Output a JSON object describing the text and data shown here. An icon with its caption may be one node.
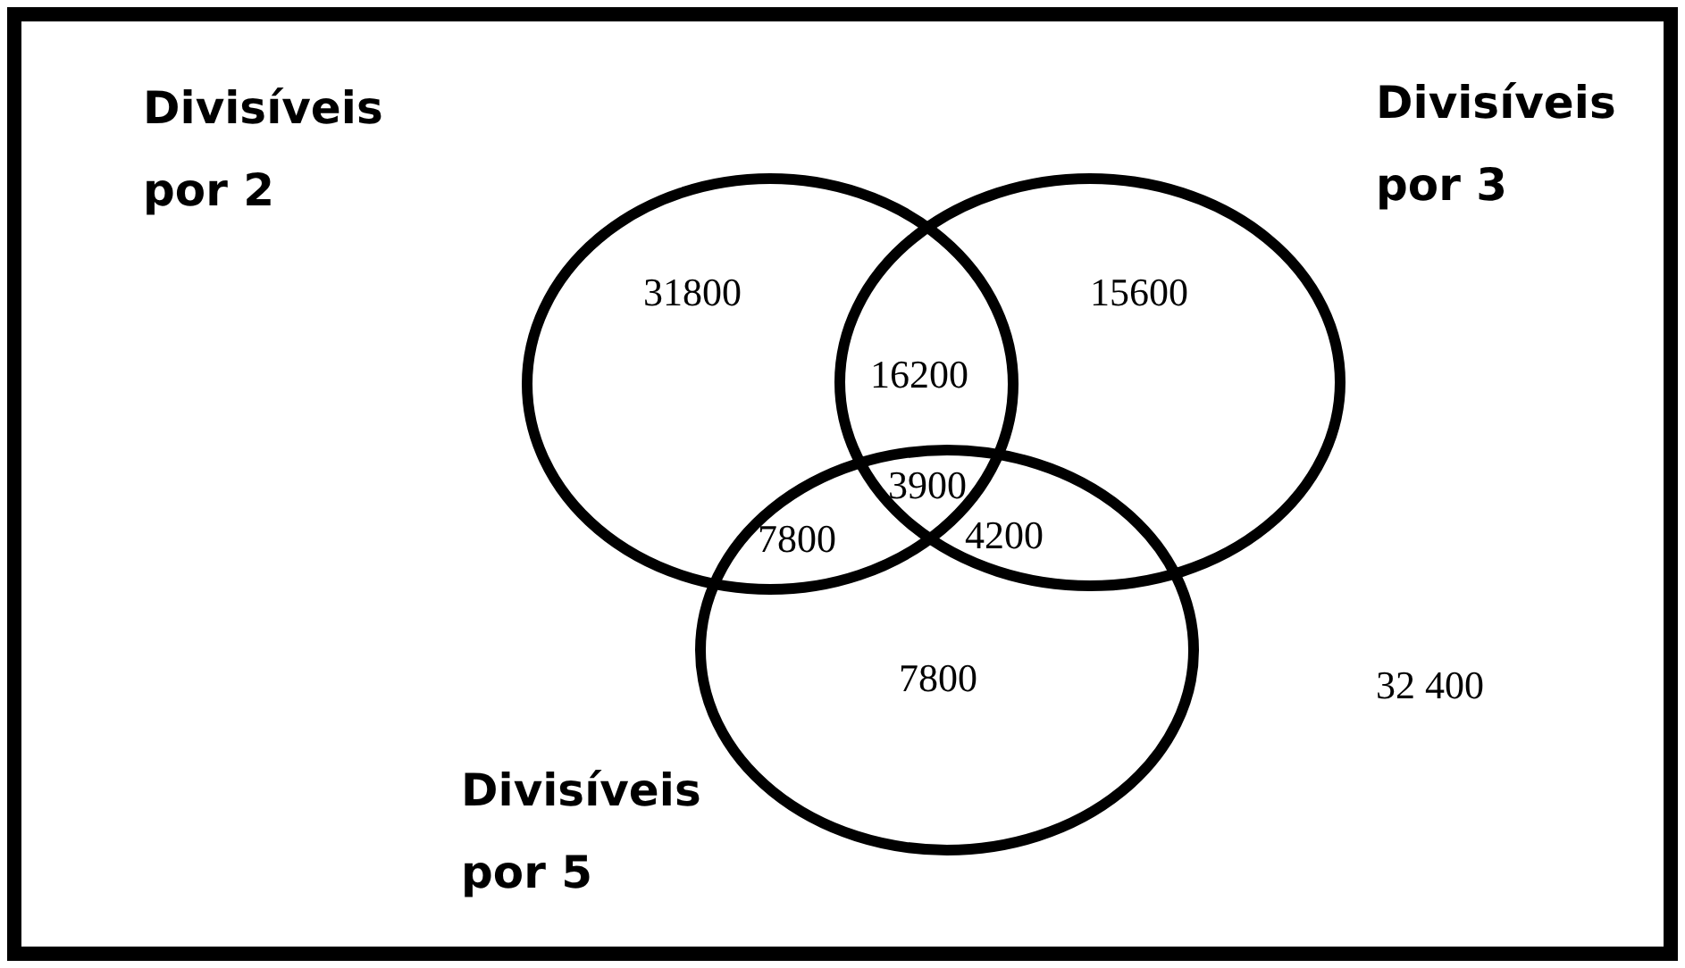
{
  "diagram": {
    "nodes": [
      {
        "text": [],
        "shape": "circle",
        "beside": [
          "Divisíveis por 2"
        ]
      },
      {
        "text": [],
        "shape": "circle",
        "beside": [
          "Divisíveis por 3"
        ]
      },
      {
        "text": [],
        "shape": "circle",
        "beside": [
          "Divisíveis por 5"
        ]
      }
    ],
    "labels": [
      "31800",
      "16200",
      "15600",
      "3900",
      "7800",
      "4200",
      "7800",
      "32 400"
    ]
  }
}
